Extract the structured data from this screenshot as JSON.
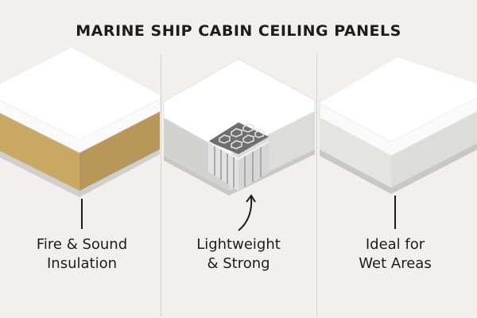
{
  "title": "MARINE SHIP CABIN CEILING PANELS",
  "panels": [
    {
      "line1": "Fire & Sound",
      "line2": "Insulation",
      "core": "mineral-wool",
      "core_color": "#c9a964"
    },
    {
      "line1": "Lightweight",
      "line2": "& Strong",
      "core": "honeycomb",
      "core_color": "#bdbdbd"
    },
    {
      "line1": "Ideal for",
      "line2": "Wet Areas",
      "core": "solid",
      "core_color": "#e4e4e4"
    }
  ]
}
